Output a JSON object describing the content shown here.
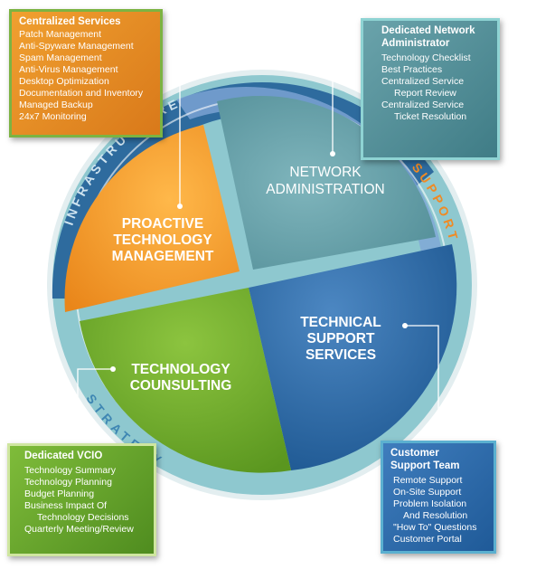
{
  "ring_labels": {
    "infrastructure": "INFRASTRUCTURE",
    "support": "SUPPORT",
    "strategy": "STRATEGY"
  },
  "quadrants": {
    "proactive": [
      "PROACTIVE",
      "TECHNOLOGY",
      "MANAGEMENT"
    ],
    "network": [
      "NETWORK",
      "ADMINISTRATION"
    ],
    "technical": [
      "TECHNICAL",
      "SUPPORT",
      "SERVICES"
    ],
    "consulting": [
      "TECHNOLOGY",
      "COUNSULTING"
    ]
  },
  "boxes": {
    "centralized_services": {
      "title": "Centralized Services",
      "items": [
        "Patch Management",
        "Anti-Spyware Management",
        "Spam Management",
        "Anti-Virus Management",
        "Desktop Optimization",
        "Documentation and Inventory",
        "Managed Backup",
        "24x7 Monitoring"
      ]
    },
    "dedicated_network_admin": {
      "title": [
        "Dedicated Network",
        "Administrator"
      ],
      "items": [
        "Technology Checklist",
        "Best Practices",
        "Centralized Service",
        "Report Review",
        "Centralized Service",
        "Ticket Resolution"
      ]
    },
    "dedicated_vcio": {
      "title": "Dedicated VCIO",
      "items": [
        "Technology Summary",
        "Technology Planning",
        "Budget Planning",
        "Business Impact Of",
        "Technology Decisions",
        "Quarterly Meeting/Review"
      ]
    },
    "customer_support_team": {
      "title": [
        "Customer",
        "Support Team"
      ],
      "items": [
        "Remote Support",
        "On-Site Support",
        "Problem Isolation",
        "And Resolution",
        "\"How To\" Questions",
        "Customer Portal"
      ]
    }
  },
  "colors": {
    "orange": "#f39a1f",
    "teal": "#5f9ea6",
    "blue": "#2d6aa5",
    "green": "#72ad2f",
    "ring_dark": "#2e6b9e",
    "ring_light": "#8ec8cf",
    "label_orange": "#f08a23"
  }
}
